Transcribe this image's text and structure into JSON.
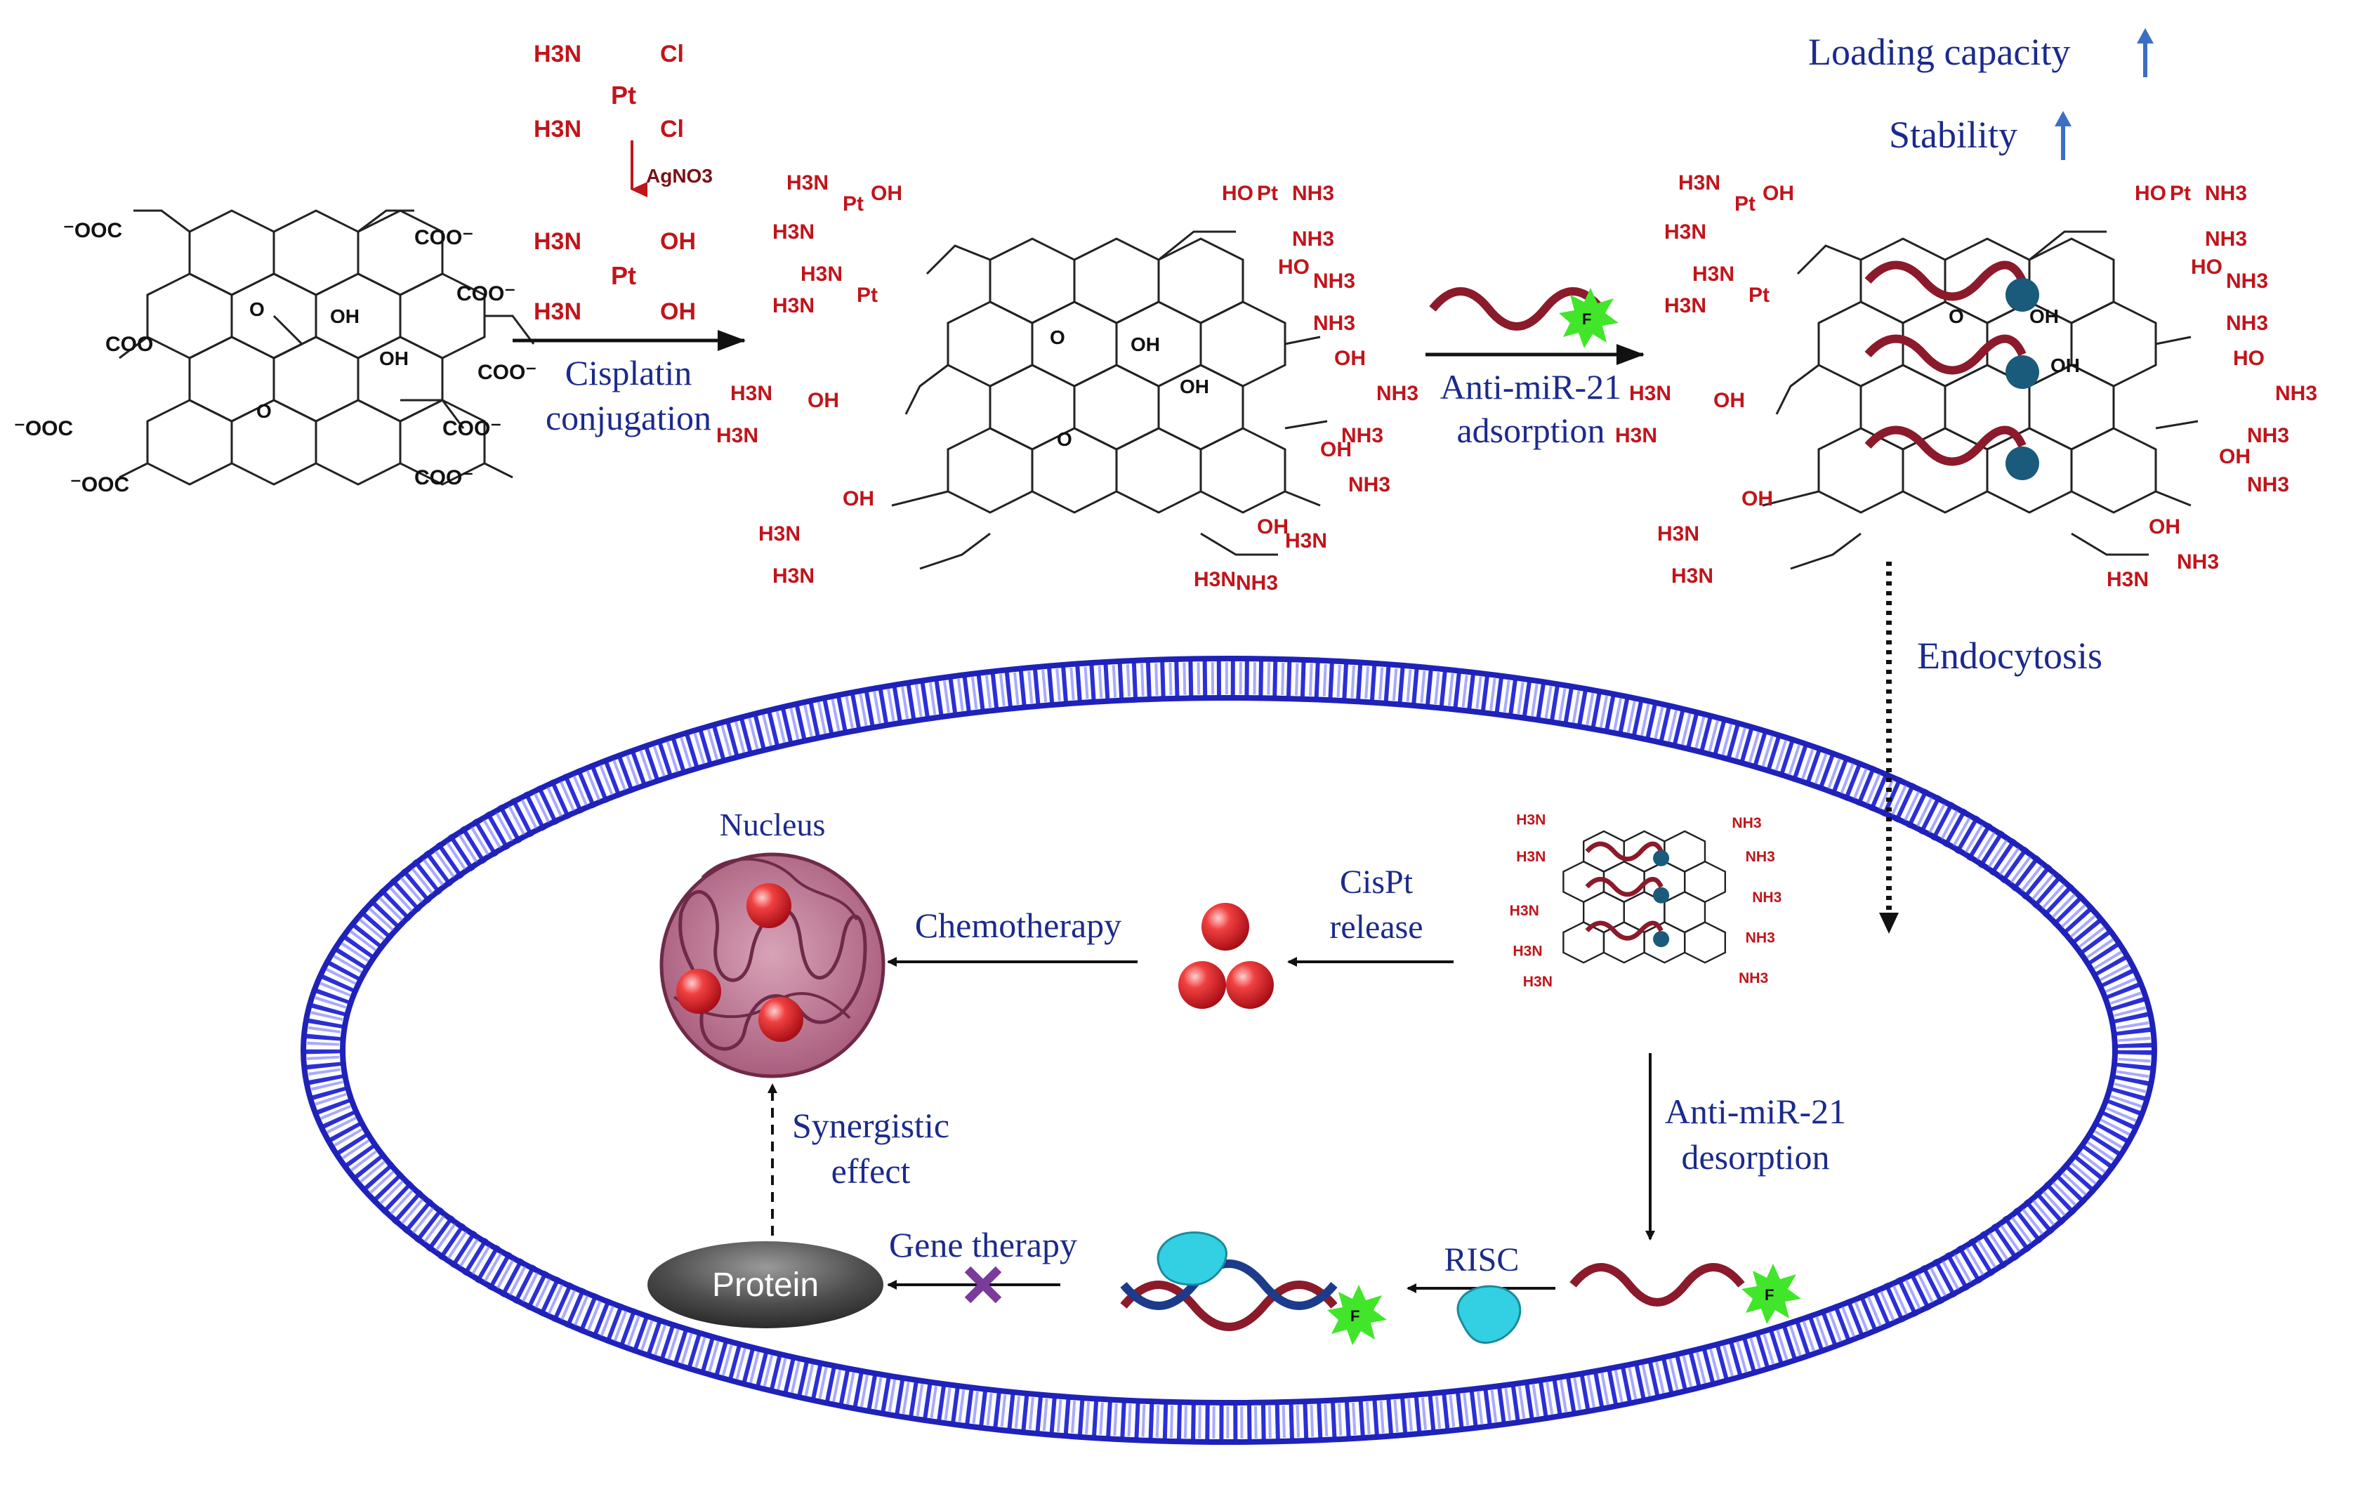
{
  "labels": {
    "loading_capacity": "Loading capacity",
    "stability": "Stability",
    "cisplatin_line1": "Cisplatin",
    "cisplatin_line2": "conjugation",
    "antimir_ads_line1": "Anti-miR-21",
    "antimir_ads_line2": "adsorption",
    "endocytosis": "Endocytosis",
    "nucleus": "Nucleus",
    "chemotherapy": "Chemotherapy",
    "cispt_line1": "CisPt",
    "cispt_line2": "release",
    "synergistic_line1": "Synergistic",
    "synergistic_line2": "effect",
    "antimir_des_line1": "Anti-miR-21",
    "antimir_des_line2": "desorption",
    "gene_therapy": "Gene therapy",
    "risc": "RISC",
    "protein": "Protein"
  },
  "chem": {
    "h3n": "H3N",
    "pt": "Pt",
    "cl": "Cl",
    "oh": "OH",
    "ho": "HO",
    "nh3": "NH3",
    "o": "O",
    "coo_minus": "COO⁻",
    "minus_ooc": "⁻OOC",
    "coo": "COO",
    "agno3": "AgNO3",
    "fluor": "F"
  },
  "colors": {
    "label_blue": "#1c2a8c",
    "cisplatin_red": "#c0151b",
    "rna_strand": "#8b1a2b",
    "membrane_blue": "#2b2fd6",
    "up_arrow": "#3c6fc4",
    "nucleus_fill": "#b9738f",
    "sphere_red": "#e8232f",
    "risc_cyan": "#33d0e3",
    "fluor_green": "#41e62a",
    "protein_gray": "#5a5a5a",
    "block_purple": "#7a3b9a"
  },
  "icons": {
    "up_arrow": "up-arrow-icon",
    "fluorophore": "fluorophore-starburst-icon",
    "block_cross": "cross-block-icon",
    "risc": "risc-protein-icon"
  }
}
